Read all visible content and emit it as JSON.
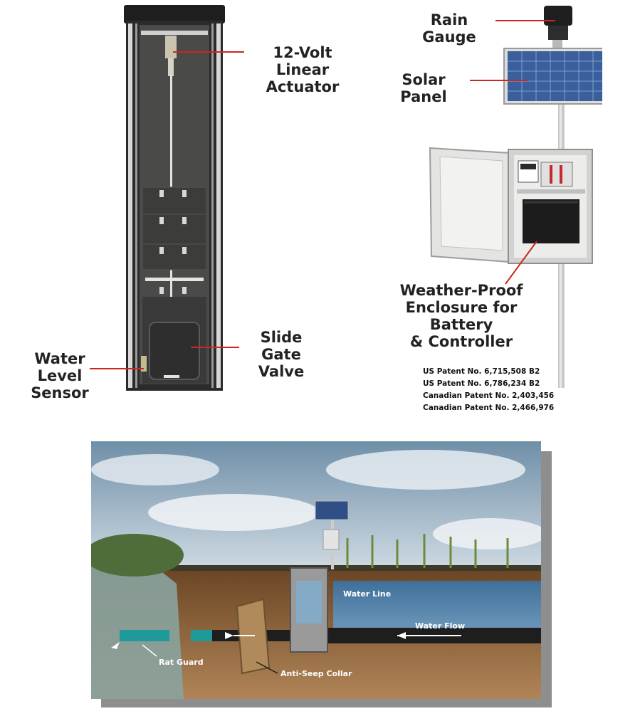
{
  "labels": {
    "actuator": [
      "12-Volt Linear",
      "Actuator"
    ],
    "slide_gate": [
      "Slide Gate",
      "Valve"
    ],
    "water_level": [
      "Water Level",
      "Sensor"
    ],
    "rain_gauge": "Rain Gauge",
    "solar_panel": "Solar Panel",
    "enclosure": [
      "Weather-Proof",
      "Enclosure for Battery",
      "& Controller"
    ]
  },
  "patents": [
    "US Patent No. 6,715,508 B2",
    "US Patent No. 6,786,234 B2",
    "Canadian Patent No. 2,403,456",
    "Canadian Patent No. 2,466,976"
  ],
  "scene_labels": {
    "water_line": "Water Line",
    "water_flow": "Water Flow",
    "rat_guard": "Rat Guard",
    "anti_seep_collar": "Anti-Seep Collar"
  },
  "colors": {
    "leader_line": "#c8281e",
    "gate_frame": "#2b2b2b",
    "gate_panel": "#4a4a48",
    "sky": "#a9c3d6",
    "soil": "#8a5a33",
    "water": "#4d7ea6",
    "pipe": "#222222",
    "pipe_outlet": "#1f9a9a"
  }
}
